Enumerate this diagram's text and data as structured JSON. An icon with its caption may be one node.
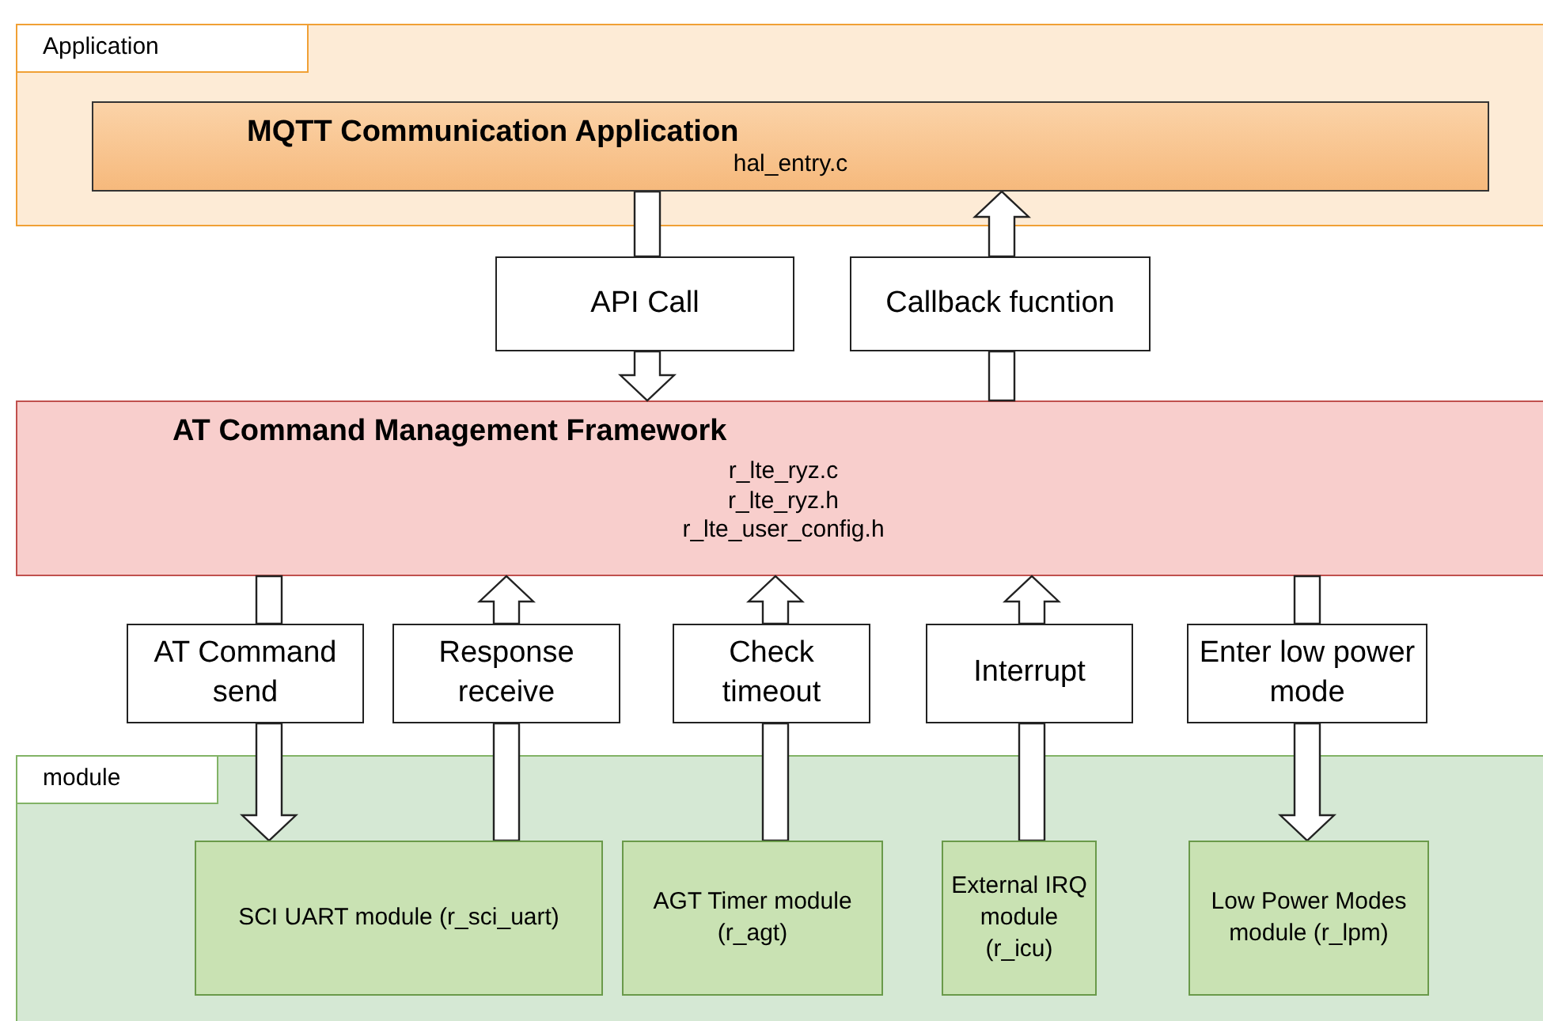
{
  "diagram": {
    "nodes": [
      {
        "text": [
          "Application"
        ]
      },
      {
        "text": [
          "MQTT Communication Application",
          "hal_entry.c"
        ],
        "in": 0
      },
      {
        "text": [
          "API Call"
        ]
      },
      {
        "text": [
          "Callback fucntion"
        ]
      },
      {
        "text": [
          "AT Command Management Framework",
          "r_lte_ryz.c",
          "r_lte_ryz.h",
          "r_lte_user_config.h"
        ]
      },
      {
        "text": [
          "AT Command send"
        ]
      },
      {
        "text": [
          "Response receive"
        ]
      },
      {
        "text": [
          "Check timeout"
        ]
      },
      {
        "text": [
          "Interrupt"
        ]
      },
      {
        "text": [
          "Enter low power mode"
        ]
      },
      {
        "text": [
          "module"
        ]
      },
      {
        "text": [
          "SCI UART module (r_sci_uart)"
        ],
        "in": 10
      },
      {
        "text": [
          "AGT Timer module (r_agt)"
        ],
        "in": 10
      },
      {
        "text": [
          "External IRQ module (r_icu)"
        ],
        "in": 10
      },
      {
        "text": [
          "Low Power Modes module (r_lpm)"
        ],
        "in": 10
      }
    ],
    "edges": [
      {
        "from": 1,
        "to": 2,
        "arrow": "none"
      },
      {
        "from": 2,
        "to": 4,
        "arrow": "to"
      },
      {
        "from": 4,
        "to": 3,
        "arrow": "none"
      },
      {
        "from": 3,
        "to": 1,
        "arrow": "to"
      },
      {
        "from": 4,
        "to": 5,
        "arrow": "none"
      },
      {
        "from": 5,
        "to": 11,
        "arrow": "to"
      },
      {
        "from": 11,
        "to": 6,
        "arrow": "none"
      },
      {
        "from": 6,
        "to": 4,
        "arrow": "to"
      },
      {
        "from": 12,
        "to": 7,
        "arrow": "none"
      },
      {
        "from": 7,
        "to": 4,
        "arrow": "to"
      },
      {
        "from": 13,
        "to": 8,
        "arrow": "none"
      },
      {
        "from": 8,
        "to": 4,
        "arrow": "to"
      },
      {
        "from": 4,
        "to": 9,
        "arrow": "none"
      },
      {
        "from": 9,
        "to": 14,
        "arrow": "to"
      }
    ]
  }
}
